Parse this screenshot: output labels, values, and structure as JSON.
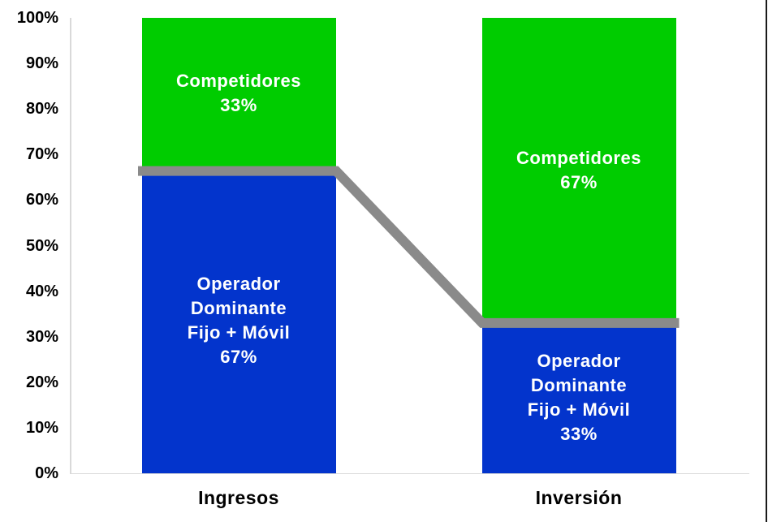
{
  "chart_data": {
    "type": "bar",
    "variant": "100-percent-stacked-column-with-connector-line",
    "title": "",
    "xlabel": "",
    "ylabel": "",
    "categories": [
      "Ingresos",
      "Inversión"
    ],
    "series": [
      {
        "name": "Operador Dominante Fijo + Móvil",
        "color": "#0334cc",
        "values": [
          67,
          33
        ]
      },
      {
        "name": "Competidores",
        "color": "#00cc00",
        "values": [
          33,
          67
        ]
      }
    ],
    "connector_line": {
      "description": "thick gray line marking top of blue segment across both columns",
      "color": "#8a8a8a",
      "values_pct": [
        67,
        33
      ]
    },
    "y_axis": {
      "min": 0,
      "max": 100,
      "gridlines": false,
      "tick_labels": [
        "0%",
        "10%",
        "20%",
        "30%",
        "40%",
        "50%",
        "60%",
        "70%",
        "80%",
        "90%",
        "100%"
      ]
    },
    "bars": [
      {
        "category": "Ingresos",
        "segments": [
          {
            "series": "Operador Dominante Fijo + Móvil",
            "value_pct": 67,
            "color": "#0334cc",
            "label_lines": [
              "Operador",
              "Dominante",
              "Fijo + Móvil",
              "67%"
            ]
          },
          {
            "series": "Competidores",
            "value_pct": 33,
            "color": "#00cc00",
            "label_lines": [
              "Competidores",
              "33%"
            ]
          }
        ]
      },
      {
        "category": "Inversión",
        "segments": [
          {
            "series": "Operador Dominante Fijo + Móvil",
            "value_pct": 33,
            "color": "#0334cc",
            "label_lines": [
              "Operador",
              "Dominante",
              "Fijo + Móvil",
              "33%"
            ]
          },
          {
            "series": "Competidores",
            "value_pct": 67,
            "color": "#00cc00",
            "label_lines": [
              "Competidores",
              "67%"
            ]
          }
        ]
      }
    ],
    "colors": {
      "axis_line": "#d9d9d9",
      "tick_text": "#000000",
      "category_text": "#000000",
      "bar_label_text": "#ffffff",
      "connector": "#8a8a8a",
      "frame_right_edge": "#1a1a1a",
      "background": "#ffffff"
    }
  }
}
